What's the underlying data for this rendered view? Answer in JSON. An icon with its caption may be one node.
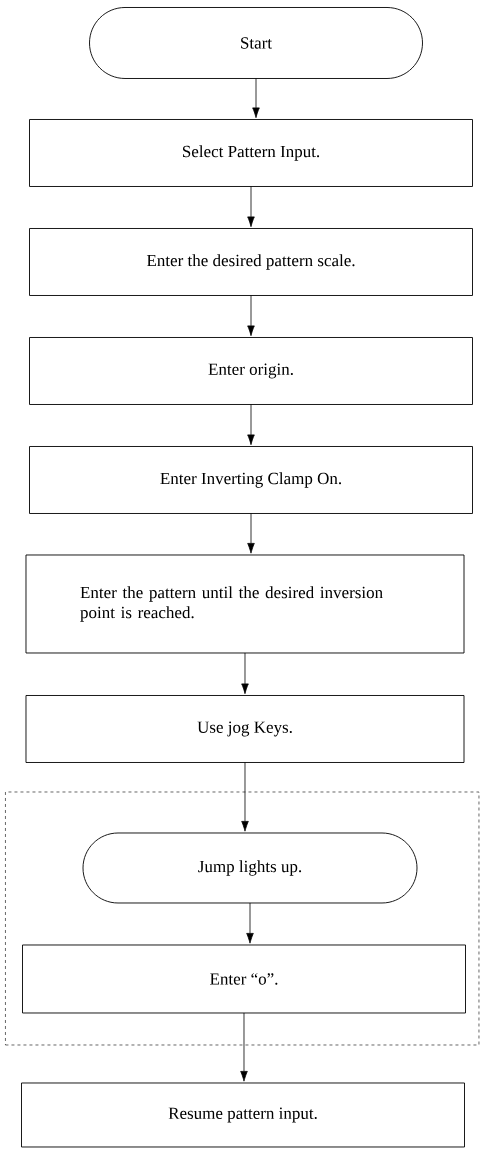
{
  "diagram": {
    "nodes": [
      {
        "text": [
          "Start"
        ]
      },
      {
        "text": [
          "Select Pattern Input."
        ]
      },
      {
        "text": [
          "Enter the desired pattern scale."
        ]
      },
      {
        "text": [
          "Enter origin."
        ]
      },
      {
        "text": [
          "Enter Inverting Clamp On."
        ]
      },
      {
        "text": [
          "Enter the pattern until the desired inversion point is reached."
        ]
      },
      {
        "text": [
          "Use jog Keys."
        ]
      },
      {
        "text": [],
        "shape": "box"
      },
      {
        "text": [
          "Jump lights up."
        ],
        "in": 7
      },
      {
        "text": [
          "Enter “o”."
        ],
        "in": 7
      },
      {
        "text": [
          "Resume pattern input."
        ]
      }
    ],
    "edges": [
      {
        "from": 0,
        "to": 1,
        "arrow": "to"
      },
      {
        "from": 1,
        "to": 2,
        "arrow": "to"
      },
      {
        "from": 2,
        "to": 3,
        "arrow": "to"
      },
      {
        "from": 3,
        "to": 4,
        "arrow": "to"
      },
      {
        "from": 4,
        "to": 5,
        "arrow": "to"
      },
      {
        "from": 5,
        "to": 6,
        "arrow": "to"
      },
      {
        "from": 6,
        "to": 8,
        "arrow": "to"
      },
      {
        "from": 8,
        "to": 9,
        "arrow": "to"
      },
      {
        "from": 9,
        "to": 10,
        "arrow": "to"
      }
    ]
  }
}
